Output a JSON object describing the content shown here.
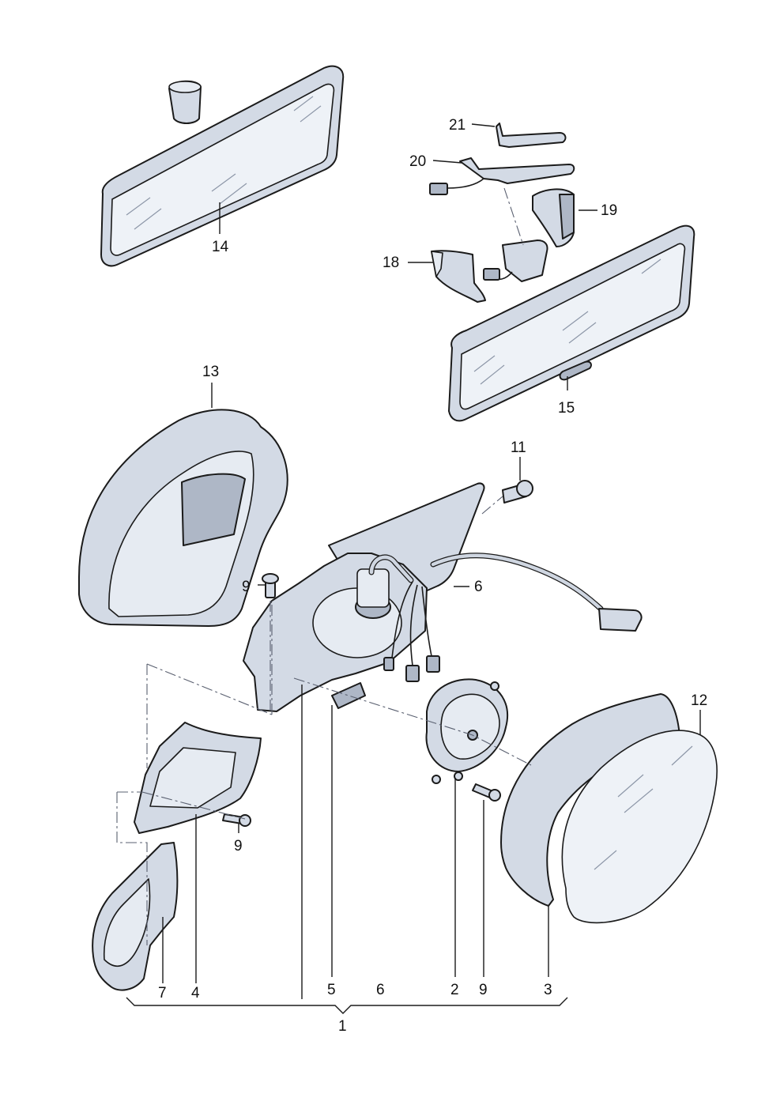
{
  "callouts": {
    "p1": "1",
    "p2": "2",
    "p3": "3",
    "p4": "4",
    "p5": "5",
    "p6_top": "6",
    "p6_bottom": "6",
    "p7": "7",
    "p9_left": "9",
    "p9_mid": "9",
    "p9_bottom": "9",
    "p11": "11",
    "p12": "12",
    "p13": "13",
    "p14": "14",
    "p15": "15",
    "p18": "18",
    "p19": "19",
    "p20": "20",
    "p21": "21"
  },
  "colors": {
    "part_fill": "#d3dae5",
    "outline": "#1b1b1b",
    "background": "#ffffff"
  }
}
